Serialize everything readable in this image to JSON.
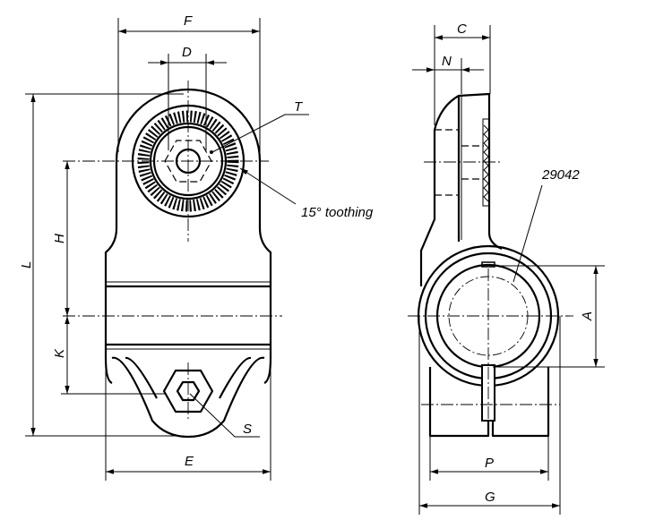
{
  "drawing": {
    "front_view": {
      "dimensions": {
        "F": "F",
        "D": "D",
        "L": "L",
        "H": "H",
        "K": "K",
        "E": "E"
      },
      "callouts": {
        "T": "T",
        "toothing": "15° toothing",
        "S": "S"
      }
    },
    "side_view": {
      "dimensions": {
        "C": "C",
        "N": "N",
        "A": "A",
        "P": "P",
        "G": "G"
      },
      "callouts": {
        "part_ref": "29042"
      }
    }
  }
}
